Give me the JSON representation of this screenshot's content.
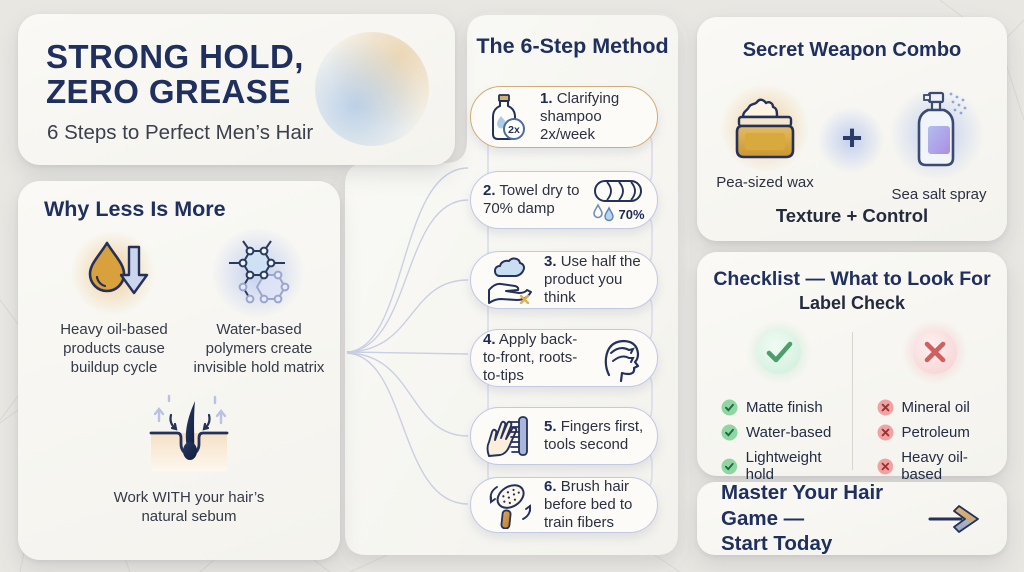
{
  "title_card": {
    "title_line1": "STRONG HOLD,",
    "title_line2": "ZERO GREASE",
    "subtitle": "6 Steps to Perfect Men’s Hair",
    "icon": "comb-icon"
  },
  "why_card": {
    "heading": "Why Less Is More",
    "items": [
      {
        "icon": "oil-drop-icon",
        "text": "Heavy oil-based products cause buildup cycle"
      },
      {
        "icon": "polymer-matrix-icon",
        "text": "Water-based polymers create invisible hold matrix"
      },
      {
        "icon": "hair-follicle-icon",
        "text": "Work WITH your hair’s natural sebum"
      }
    ]
  },
  "method_card": {
    "heading": "The 6-Step Method",
    "steps": [
      {
        "number": "1.",
        "text": "Clarifying shampoo 2x/week",
        "icon": "shampoo-bottle-icon",
        "badge": "2x",
        "icon_side": "left",
        "accent": "#d3ab74"
      },
      {
        "number": "2.",
        "text": "Towel dry to 70% damp",
        "icon": "towel-icon",
        "label": "70%",
        "icon_side": "right"
      },
      {
        "number": "3.",
        "text": "Use half the product you think",
        "icon": "foam-hand-icon",
        "icon_side": "left"
      },
      {
        "number": "4.",
        "text": "Apply back-to-front, roots-to-tips",
        "icon": "head-profile-icon",
        "icon_side": "right"
      },
      {
        "number": "5.",
        "text": "Fingers first, tools second",
        "icon": "hand-comb-icon",
        "icon_side": "left"
      },
      {
        "number": "6.",
        "text": "Brush hair before bed to train fibers",
        "icon": "hair-brush-icon",
        "icon_side": "left"
      }
    ]
  },
  "combo_card": {
    "heading": "Secret Weapon Combo",
    "item_left": {
      "icon": "wax-jar-icon",
      "label": "Pea-sized wax"
    },
    "plus": "+",
    "item_right": {
      "icon": "spray-bottle-icon",
      "label": "Sea salt spray"
    },
    "footer": "Texture + Control"
  },
  "checklist_card": {
    "heading": "Checklist — What to Look For",
    "subheading": "Label Check",
    "do": {
      "icon": "check-circle-icon",
      "badge_icon": "check-badge-icon",
      "items": [
        "Matte finish",
        "Water-based",
        "Lightweight hold"
      ]
    },
    "avoid": {
      "icon": "x-circle-icon",
      "badge_icon": "x-badge-icon",
      "items": [
        "Mineral oil",
        "Petroleum",
        "Heavy oil-based"
      ]
    }
  },
  "cta_card": {
    "text_line1": "Master Your Hair Game —",
    "text_line2": "Start Today",
    "icon": "arrow-right-icon"
  },
  "colors": {
    "page_bg": "#e9e7e2",
    "card_bg": "#f8f7f3",
    "navy": "#1f2b54",
    "tan": "#cfa36a",
    "amber": "#d9a742",
    "light_blue": "#b9d2ec",
    "lavender_border": "#c3c8e3",
    "green": "#55a874",
    "red": "#d96a6a",
    "purple": "#ab9ae4"
  }
}
